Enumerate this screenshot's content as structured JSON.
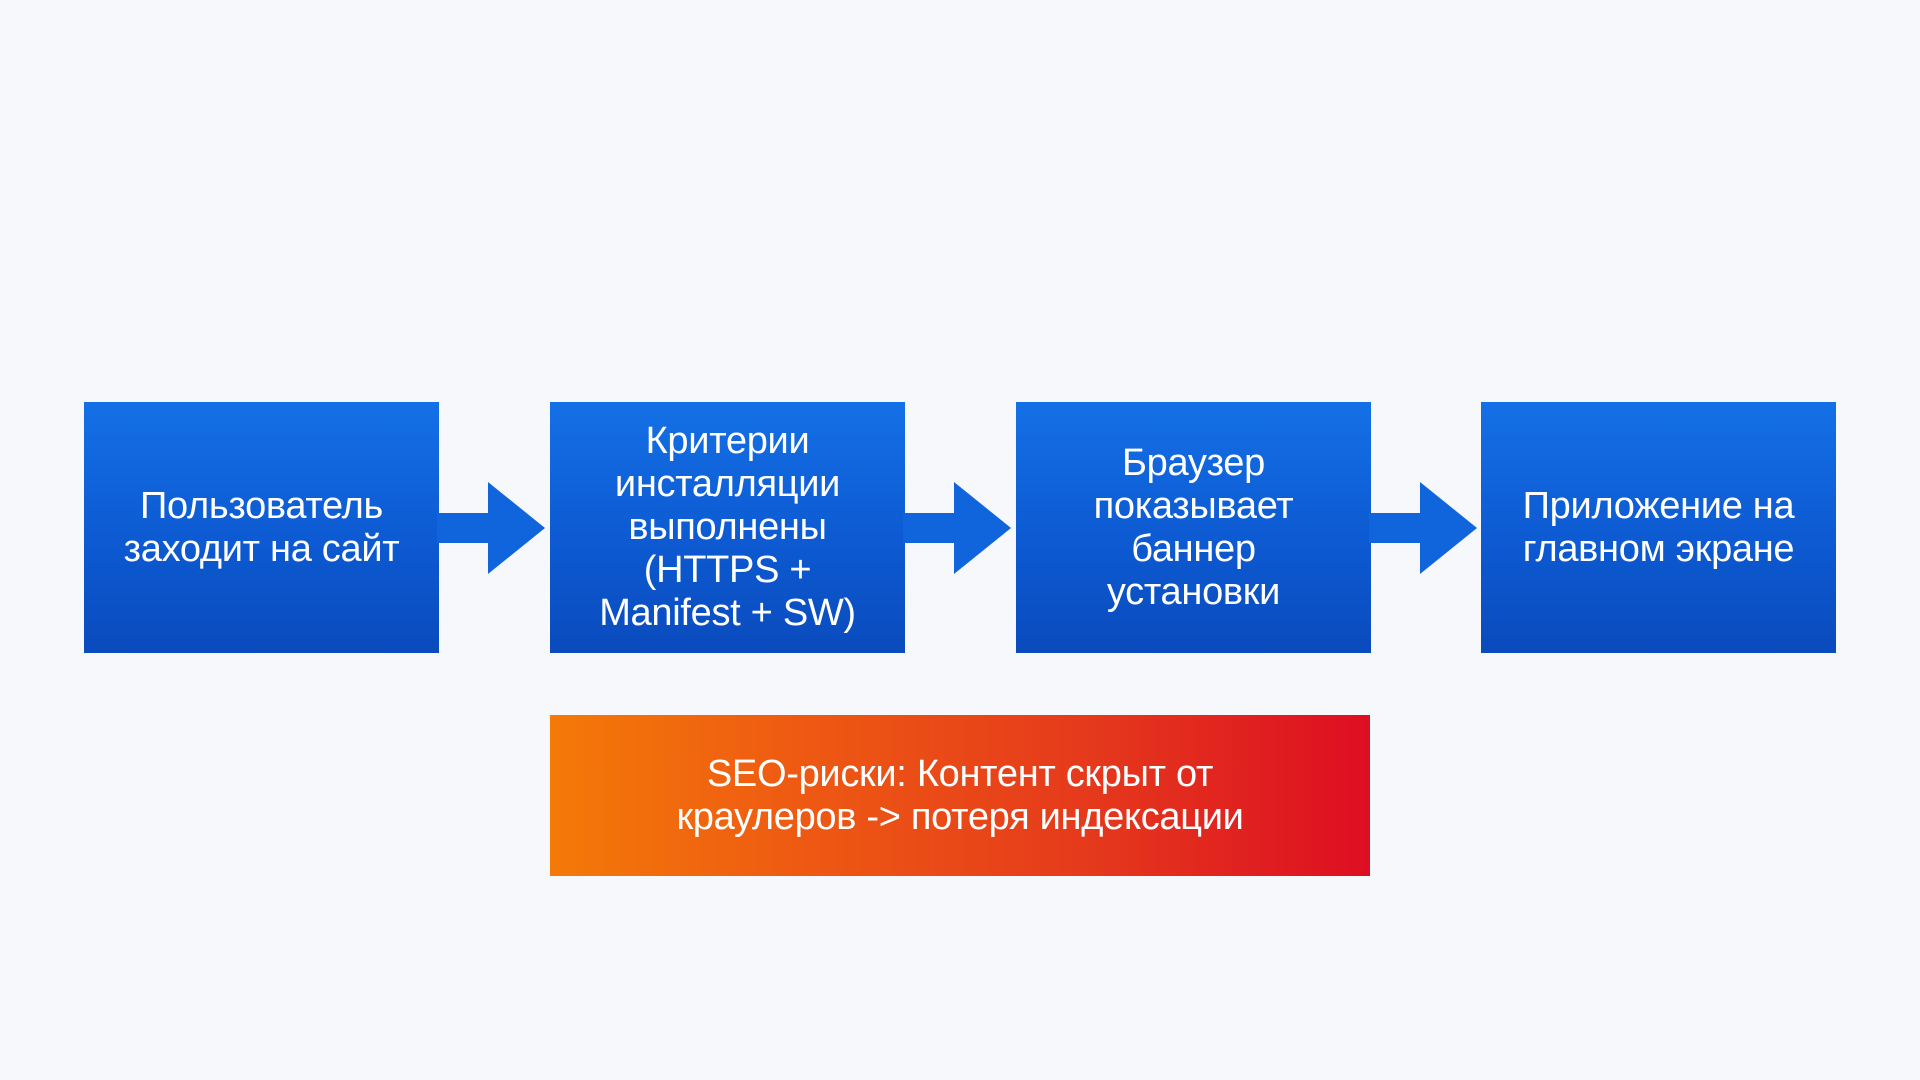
{
  "flow": {
    "steps": [
      {
        "label": "Пользователь\nзаходит на сайт"
      },
      {
        "label": "Критерии\nинсталляции\nвыполнены\n(HTTPS +\nManifest + SW)"
      },
      {
        "label": "Браузер\nпоказывает\nбаннер\nустановки"
      },
      {
        "label": "Приложение на\nглавном экране"
      }
    ],
    "risk": {
      "label": "SEO-риски: Контент скрыт от\nкраулеров -> потеря индексации"
    }
  },
  "colors": {
    "step_fill": "#0d5ad2",
    "arrow_fill": "#1065dc",
    "risk_fill_start": "#f47a08",
    "risk_fill_end": "#dd0e22",
    "text": "#ffffff",
    "background": "#f7f8fb"
  }
}
